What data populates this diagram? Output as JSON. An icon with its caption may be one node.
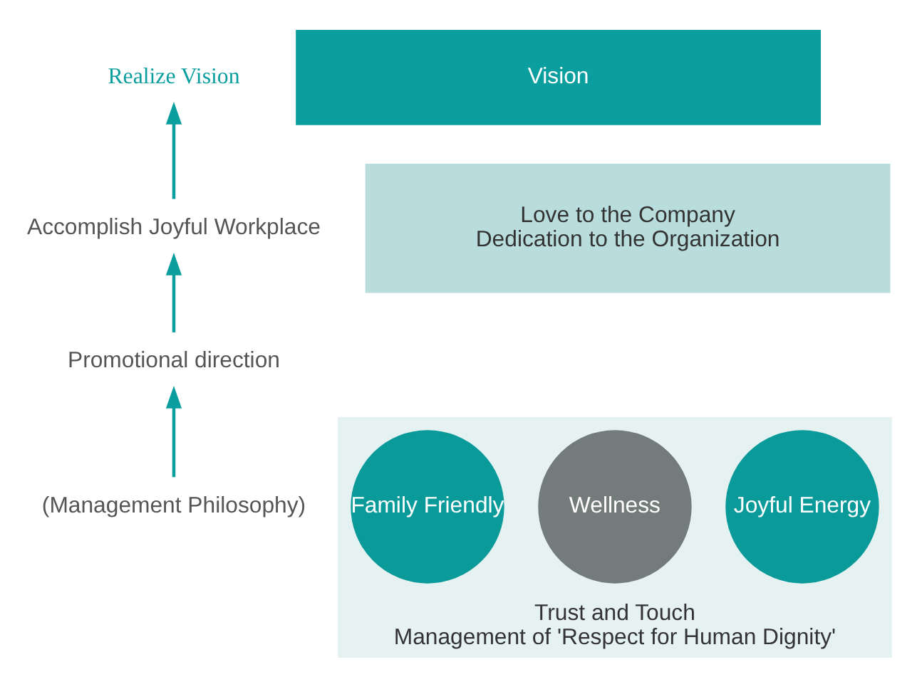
{
  "diagram": {
    "nodes": [
      {
        "text": [
          "Realize Vision"
        ]
      },
      {
        "text": [
          "Accomplish Joyful Workplace"
        ]
      },
      {
        "text": [
          "Promotional direction"
        ]
      },
      {
        "text": [
          "(Management Philosophy)"
        ]
      },
      {
        "text": [
          "Vision"
        ]
      },
      {
        "text": [
          "Love to the Company",
          "Dedication to the Organization"
        ]
      },
      {
        "text": [
          "Trust and Touch",
          "Management of 'Respect for Human Dignity'"
        ]
      },
      {
        "text": [
          "Joyful Energy"
        ],
        "in": 6
      },
      {
        "text": [
          "Wellness"
        ],
        "in": 6
      },
      {
        "text": [
          "Family Friendly"
        ],
        "in": 6
      }
    ],
    "edges": [
      {
        "from": 3,
        "to": 2,
        "arrow": "to"
      },
      {
        "from": 2,
        "to": 1,
        "arrow": "to"
      },
      {
        "from": 1,
        "to": 0,
        "arrow": "to"
      }
    ]
  }
}
